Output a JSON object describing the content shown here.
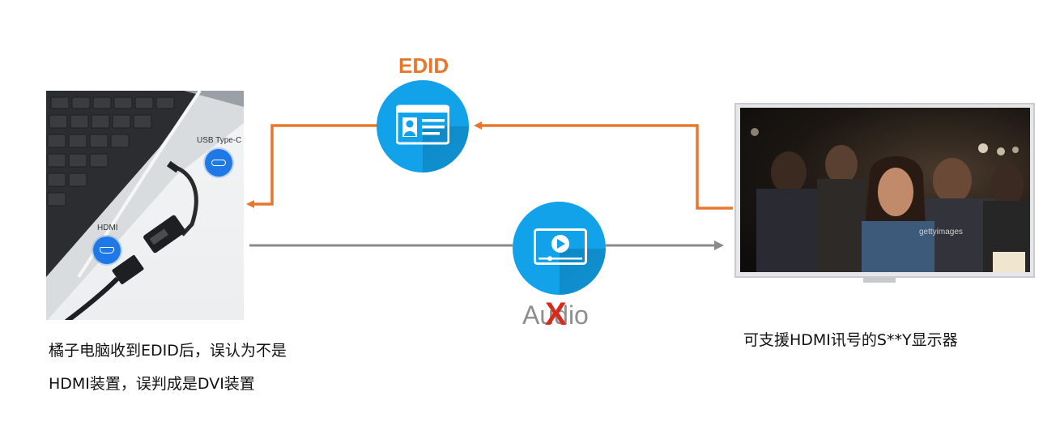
{
  "edid_label": "EDID",
  "audio_label": "Audio",
  "audio_cross": "X",
  "laptop": {
    "usb_label": "USB Type-C",
    "hdmi_label": "HDMI"
  },
  "tv": {
    "watermark": "gettyimages"
  },
  "captions": {
    "left_line1": "橘子电脑收到EDID后，误认为不是",
    "left_line2": "HDMI装置，误判成是DVI装置",
    "right": "可支援HDMI讯号的S**Y显示器"
  },
  "colors": {
    "edid_arrow": "#e8772e",
    "signal_arrow": "#8a8a8a",
    "circle": "#11a2ea",
    "cross": "#d72a1d"
  },
  "icons": {
    "edid_circle": "id-card-icon",
    "signal_circle": "video-player-icon"
  }
}
